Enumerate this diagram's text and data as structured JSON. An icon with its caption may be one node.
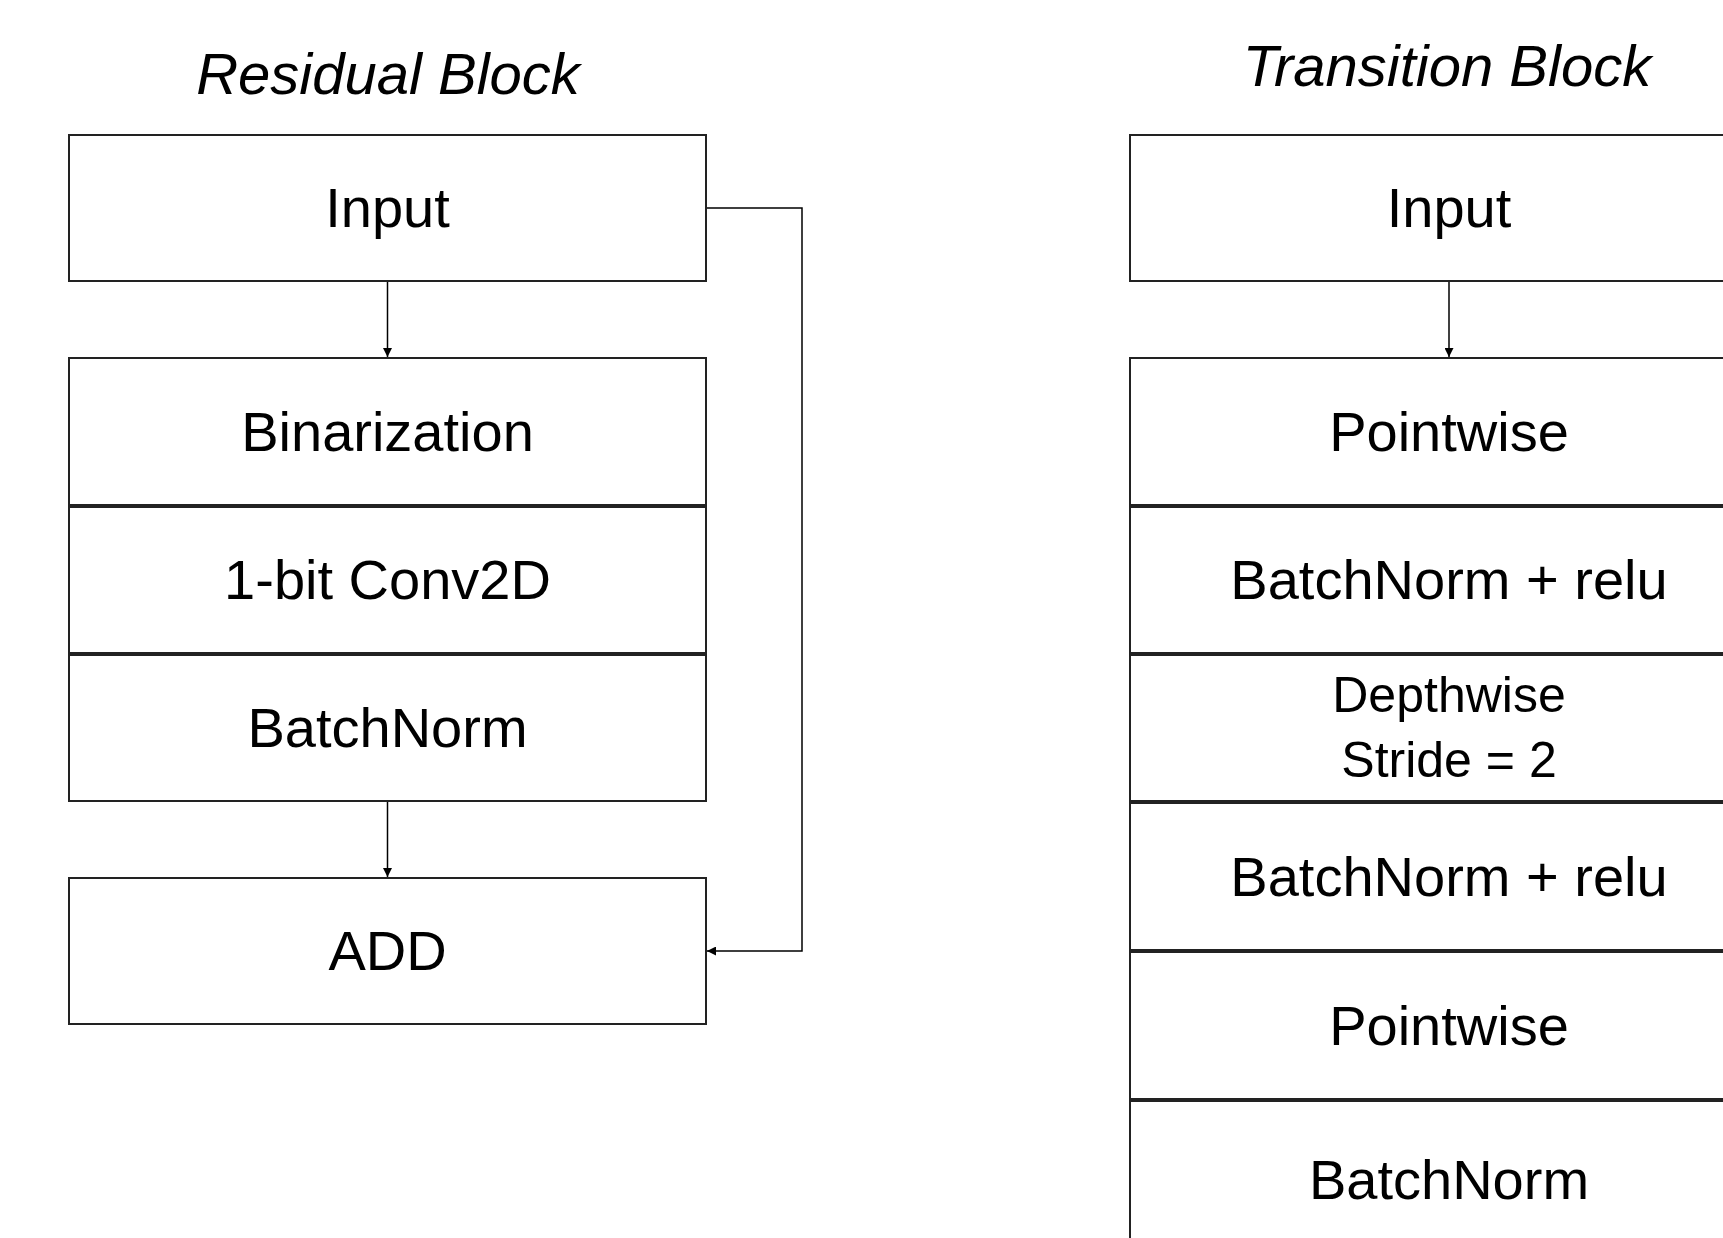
{
  "diagram": {
    "nodes": [
      {
        "text": [
          "Input"
        ]
      },
      {
        "text": [
          "Binarization"
        ]
      },
      {
        "text": [
          "1-bit Conv2D"
        ]
      },
      {
        "text": [
          "BatchNorm"
        ]
      },
      {
        "text": [
          "ADD"
        ]
      },
      {
        "text": [
          "Input"
        ]
      },
      {
        "text": [
          "Pointwise"
        ]
      },
      {
        "text": [
          "BatchNorm + relu"
        ]
      },
      {
        "text": [
          "Depthwise",
          "Stride =  2"
        ]
      },
      {
        "text": [
          "BatchNorm + relu"
        ]
      },
      {
        "text": [
          "Pointwise"
        ]
      },
      {
        "text": [
          "BatchNorm"
        ]
      }
    ],
    "edges": [
      {
        "from": 0,
        "to": 1,
        "arrow": "to"
      },
      {
        "from": 3,
        "to": 4,
        "arrow": "to"
      },
      {
        "from": 0,
        "to": 4,
        "arrow": "to"
      },
      {
        "from": 5,
        "to": 6,
        "arrow": "to"
      }
    ],
    "labels": [
      "Residual Block",
      "Transition Block"
    ]
  }
}
